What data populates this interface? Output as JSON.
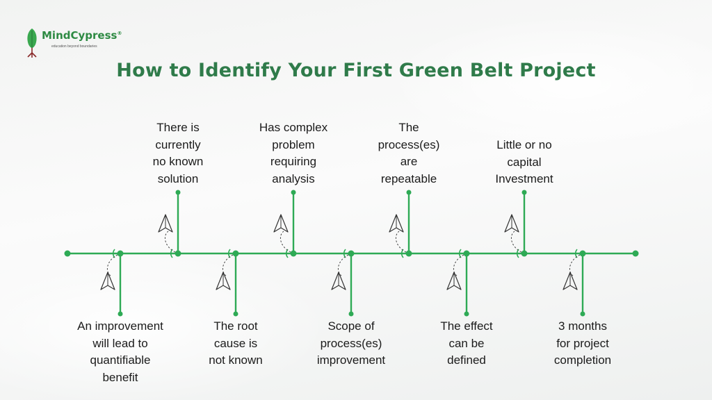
{
  "logo": {
    "name": "MindCypress",
    "registered": "®",
    "tagline": "education beyond boundaries"
  },
  "title": "How to Identify Your First Green Belt Project",
  "colors": {
    "accent": "#2eaa55",
    "title": "#2f7b4a",
    "text": "#1b1b1b"
  },
  "criteria": {
    "top": [
      {
        "text": "There is\ncurrently\nno known\nsolution"
      },
      {
        "text": "Has complex\nproblem\nrequiring\nanalysis"
      },
      {
        "text": "The\nprocess(es)\nare\nrepeatable"
      },
      {
        "text": "Little or no\ncapital\nInvestment"
      }
    ],
    "bottom": [
      {
        "text": "An improvement\nwill lead to\nquantifiable\nbenefit"
      },
      {
        "text": "The root\ncause is\nnot known"
      },
      {
        "text": "Scope of\nprocess(es)\nimprovement"
      },
      {
        "text": "The effect\ncan be\ndefined"
      },
      {
        "text": "3 months\nfor project\ncompletion"
      }
    ]
  }
}
